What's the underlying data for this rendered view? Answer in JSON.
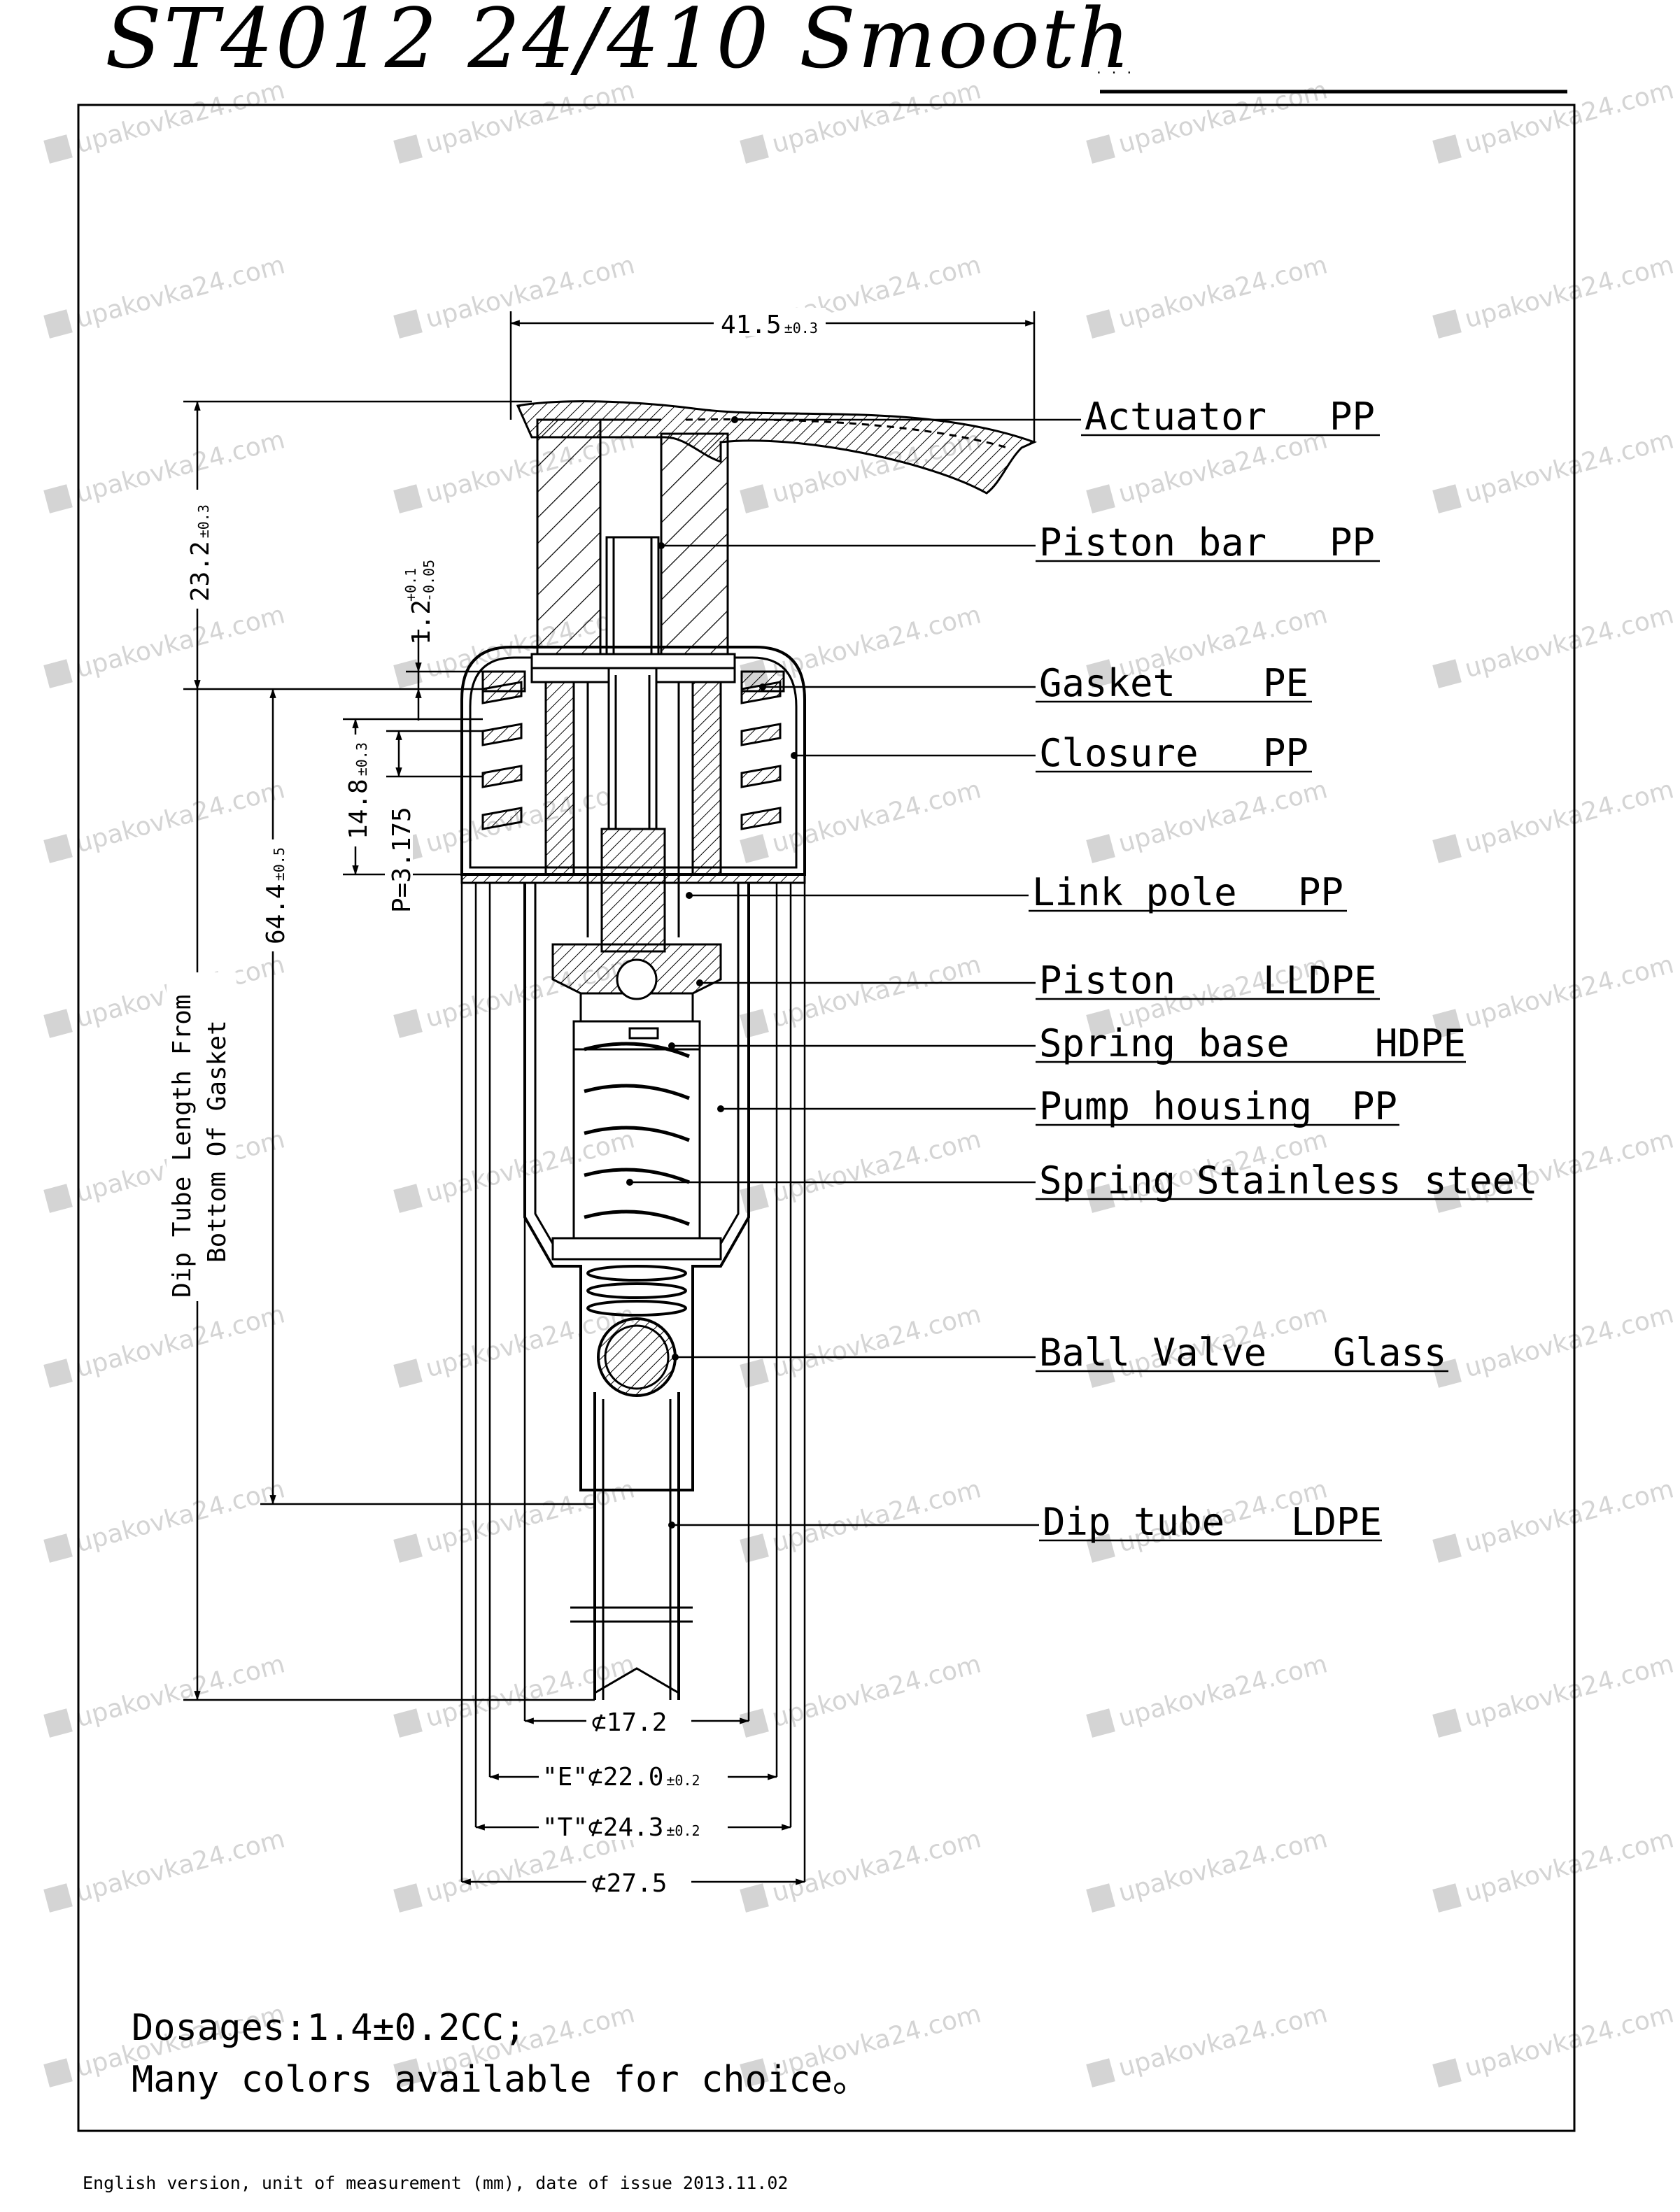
{
  "title": "ST4012 24/410 Smooth",
  "watermark": {
    "text": "upakovka24.com",
    "color": "#d4d4d4"
  },
  "parts": [
    {
      "name": "Actuator",
      "material": "PP"
    },
    {
      "name": "Piston bar",
      "material": "PP"
    },
    {
      "name": "Gasket",
      "material": "PE"
    },
    {
      "name": "Closure",
      "material": "PP"
    },
    {
      "name": "Link pole",
      "material": "PP"
    },
    {
      "name": "Piston",
      "material": "LLDPE"
    },
    {
      "name": "Spring base",
      "material": "HDPE"
    },
    {
      "name": "Pump housing",
      "material": "PP"
    },
    {
      "name": "Spring",
      "material": "Stainless steel"
    },
    {
      "name": "Ball Valve",
      "material": "Glass"
    },
    {
      "name": "Dip tube",
      "material": "LDPE"
    }
  ],
  "dimensions": {
    "actuator_width": {
      "value": "41.5",
      "tol": "±0.3"
    },
    "actuator_height": {
      "value": "23.2",
      "tol": "±0.3"
    },
    "gasket_thickness": {
      "value": "1.2",
      "tol_plus": "+0.1",
      "tol_minus": "-0.05"
    },
    "thread_height": {
      "value": "14.8",
      "tol": "±0.3"
    },
    "thread_pitch": {
      "value": "P=3.175"
    },
    "housing_length": {
      "value": "64.4",
      "tol": "±0.5"
    },
    "dip_tube_label": [
      "Dip Tube Length From",
      "Bottom Of Gasket"
    ],
    "dia_housing": {
      "value": "⊄17.2"
    },
    "dia_e": {
      "value": "\"E\"⊄22.0",
      "tol": "±0.2"
    },
    "dia_t": {
      "value": "\"T\"⊄24.3",
      "tol": "±0.2"
    },
    "dia_closure": {
      "value": "⊄27.5"
    }
  },
  "notes": {
    "dosage": "Dosages:1.4±0.2CC;",
    "colors": "Many colors available for choice。"
  },
  "footer": "English version, unit of measurement (mm), date of issue 2013.11.02"
}
